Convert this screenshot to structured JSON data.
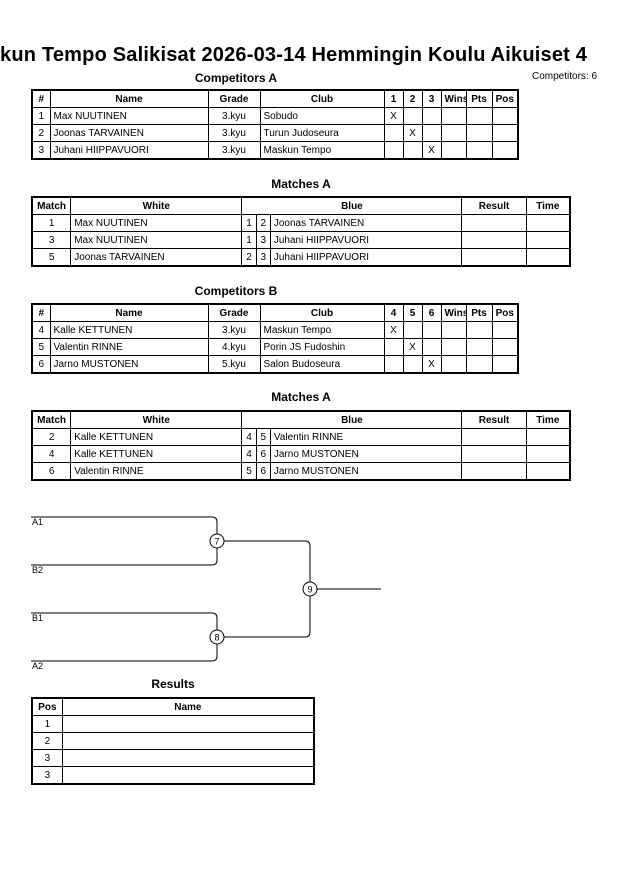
{
  "header": {
    "title": "kun Tempo Salikisat  2026-03-14  Hemmingin Koulu   Aikuiset 4",
    "competitors_count": "Competitors: 6"
  },
  "competitors_a": {
    "heading": "Competitors A",
    "columns": [
      "#",
      "Name",
      "Grade",
      "Club",
      "1",
      "2",
      "3",
      "Wins",
      "Pts",
      "Pos"
    ],
    "rows": [
      {
        "num": "1",
        "name": "Max NUUTINEN",
        "grade": "3.kyu",
        "club": "Sobudo",
        "marks": [
          "X",
          "",
          ""
        ]
      },
      {
        "num": "2",
        "name": "Joonas TARVAINEN",
        "grade": "3.kyu",
        "club": "Turun Judoseura",
        "marks": [
          "",
          "X",
          ""
        ]
      },
      {
        "num": "3",
        "name": "Juhani HIIPPAVUORI",
        "grade": "3.kyu",
        "club": "Maskun Tempo",
        "marks": [
          "",
          "",
          "X"
        ]
      }
    ]
  },
  "matches_a": {
    "heading": "Matches A",
    "columns": [
      "Match",
      "White",
      "Blue",
      "Result",
      "Time"
    ],
    "rows": [
      {
        "match": "1",
        "white": "Max NUUTINEN",
        "w": "1",
        "b": "2",
        "blue": "Joonas TARVAINEN"
      },
      {
        "match": "3",
        "white": "Max NUUTINEN",
        "w": "1",
        "b": "3",
        "blue": "Juhani HIIPPAVUORI"
      },
      {
        "match": "5",
        "white": "Joonas TARVAINEN",
        "w": "2",
        "b": "3",
        "blue": "Juhani HIIPPAVUORI"
      }
    ]
  },
  "competitors_b": {
    "heading": "Competitors B",
    "columns": [
      "#",
      "Name",
      "Grade",
      "Club",
      "4",
      "5",
      "6",
      "Wins",
      "Pts",
      "Pos"
    ],
    "rows": [
      {
        "num": "4",
        "name": "Kalle KETTUNEN",
        "grade": "3.kyu",
        "club": "Maskun Tempo",
        "marks": [
          "X",
          "",
          ""
        ]
      },
      {
        "num": "5",
        "name": "Valentin RINNE",
        "grade": "4.kyu",
        "club": "Porin JS Fudoshin",
        "marks": [
          "",
          "X",
          ""
        ]
      },
      {
        "num": "6",
        "name": "Jarno MUSTONEN",
        "grade": "5.kyu",
        "club": "Salon Budoseura",
        "marks": [
          "",
          "",
          "X"
        ]
      }
    ]
  },
  "matches_b": {
    "heading": "Matches A",
    "columns": [
      "Match",
      "White",
      "Blue",
      "Result",
      "Time"
    ],
    "rows": [
      {
        "match": "2",
        "white": "Kalle KETTUNEN",
        "w": "4",
        "b": "5",
        "blue": "Valentin RINNE"
      },
      {
        "match": "4",
        "white": "Kalle KETTUNEN",
        "w": "4",
        "b": "6",
        "blue": "Jarno MUSTONEN"
      },
      {
        "match": "6",
        "white": "Valentin RINNE",
        "w": "5",
        "b": "6",
        "blue": "Jarno MUSTONEN"
      }
    ]
  },
  "bracket": {
    "slot_a1": "A1",
    "slot_b2": "B2",
    "slot_b1": "B1",
    "slot_a2": "A2",
    "match_7": "7",
    "match_8": "8",
    "match_9": "9"
  },
  "results": {
    "heading": "Results",
    "columns": [
      "Pos",
      "Name"
    ],
    "rows": [
      {
        "pos": "1",
        "name": ""
      },
      {
        "pos": "2",
        "name": ""
      },
      {
        "pos": "3",
        "name": ""
      },
      {
        "pos": "3",
        "name": ""
      }
    ]
  }
}
